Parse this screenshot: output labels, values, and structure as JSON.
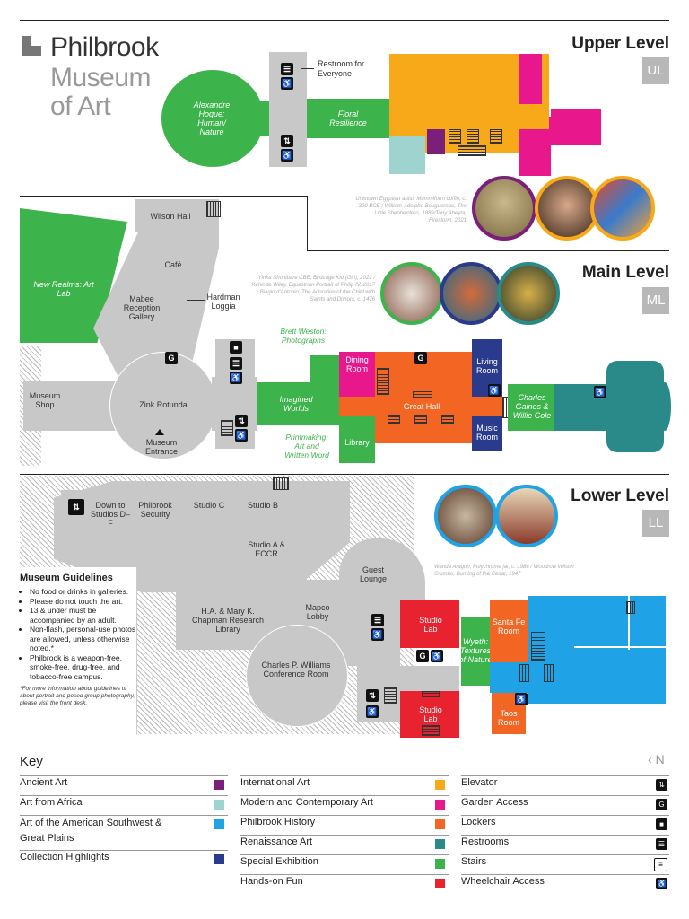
{
  "brand": {
    "name": "Philbrook",
    "line2": "Museum",
    "line3": "of Art"
  },
  "upper": {
    "title": "Upper Level",
    "badge": "UL",
    "rooms": {
      "hogue": "Alexandre Hogue: Human/ Nature",
      "floral": "Floral Resilience",
      "restroom": "Restroom for Everyone"
    },
    "credit": "Unknown Egyptian artist, Mummiform coffin, c. 300 BCE / William-Adolphe Bouguereau, The Little Shepherdess, 1889/Tony Abeyta, Firestorm, 2021"
  },
  "main": {
    "title": "Main Level",
    "badge": "ML",
    "rooms": {
      "wilson": "Wilson Hall",
      "cafe": "Café",
      "new_realms": "New Realms: Art Lab",
      "mabee": "Mabee Reception Gallery",
      "hardman": "Hardman Loggia",
      "shop": "Museum Shop",
      "rotunda": "Zink Rotunda",
      "entrance": "Museum Entrance",
      "imagined": "Imagined Worlds",
      "weston": "Brett Weston: Photographs",
      "printmaking": "Printmaking: Art and Written Word",
      "dining": "Dining Room",
      "great_hall": "Great Hall",
      "library": "Library",
      "living": "Living Room",
      "music": "Music Room",
      "gaines": "Charles Gaines & Willie Cole"
    },
    "credit": "Yinka Shonibare CBE, Birdcage Kid (Girl), 2022 / Kehinde Wiley, Equestrian Portrait of Philip IV, 2017 / Biagio d'Antonio, The Adoration of the Child with Saints and Donors, c. 1476"
  },
  "lower": {
    "title": "Lower Level",
    "badge": "LL",
    "rooms": {
      "down_studios": "Down to Studios D–F",
      "security": "Philbrook Security",
      "studio_c": "Studio C",
      "studio_b": "Studio B",
      "studio_a": "Studio A & ECCR",
      "guest": "Guest Lounge",
      "chapman": "H.A. & Mary K. Chapman Research Library",
      "mapco": "Mapco Lobby",
      "williams": "Charles P. Williams Conference Room",
      "studio_lab1": "Studio Lab",
      "studio_lab2": "Studio Lab",
      "wyeth": "Wyeth: Textures of Nature",
      "santa_fe": "Santa Fe Room",
      "taos": "Taos Room"
    },
    "credit": "Wanda Aragon, Polychrome jar, c. 1986 / Woodrow Wilson Crumbo, Burning of the Cedar, 1947"
  },
  "guidelines": {
    "title": "Museum Guidelines",
    "items": [
      "No food or drinks in galleries.",
      "Please do not touch the art.",
      "13 & under must be accompanied by an adult.",
      "Non-flash, personal-use photos are allowed, unless otherwise noted.*",
      "Philbrook is a weapon-free, smoke-free, drug-free, and tobacco-free campus."
    ],
    "note": "*For more information about guidelines or about portrait and posed group photography, please visit the front desk."
  },
  "key": {
    "title": "Key",
    "north": "N",
    "col1": [
      {
        "label": "Ancient Art",
        "color": "#7a1f7a"
      },
      {
        "label": "Art from Africa",
        "color": "#9fd3cf"
      },
      {
        "label": "Art of the American Southwest & Great Plains",
        "color": "#1fa3e6"
      },
      {
        "label": "Collection Highlights",
        "color": "#2a3a8c"
      }
    ],
    "col2": [
      {
        "label": "International Art",
        "color": "#f7a91a"
      },
      {
        "label": "Modern and Contemporary Art",
        "color": "#e8178c"
      },
      {
        "label": "Philbrook History",
        "color": "#f26522"
      },
      {
        "label": "Renaissance Art",
        "color": "#2a8a8a"
      },
      {
        "label": "Special Exhibition",
        "color": "#3cb44b"
      },
      {
        "label": "Hands-on Fun",
        "color": "#e8222e"
      }
    ],
    "col3": [
      {
        "label": "Elevator",
        "icon": "elevator-icon",
        "glyph": "⇅"
      },
      {
        "label": "Garden Access",
        "icon": "garden-icon",
        "glyph": "G"
      },
      {
        "label": "Lockers",
        "icon": "lock-icon",
        "glyph": "🔒"
      },
      {
        "label": "Restrooms",
        "icon": "restroom-icon",
        "glyph": "☰"
      },
      {
        "label": "Stairs",
        "icon": "stairs-icon",
        "glyph": "≡"
      },
      {
        "label": "Wheelchair Access",
        "icon": "wheelchair-icon",
        "glyph": "♿"
      }
    ]
  }
}
